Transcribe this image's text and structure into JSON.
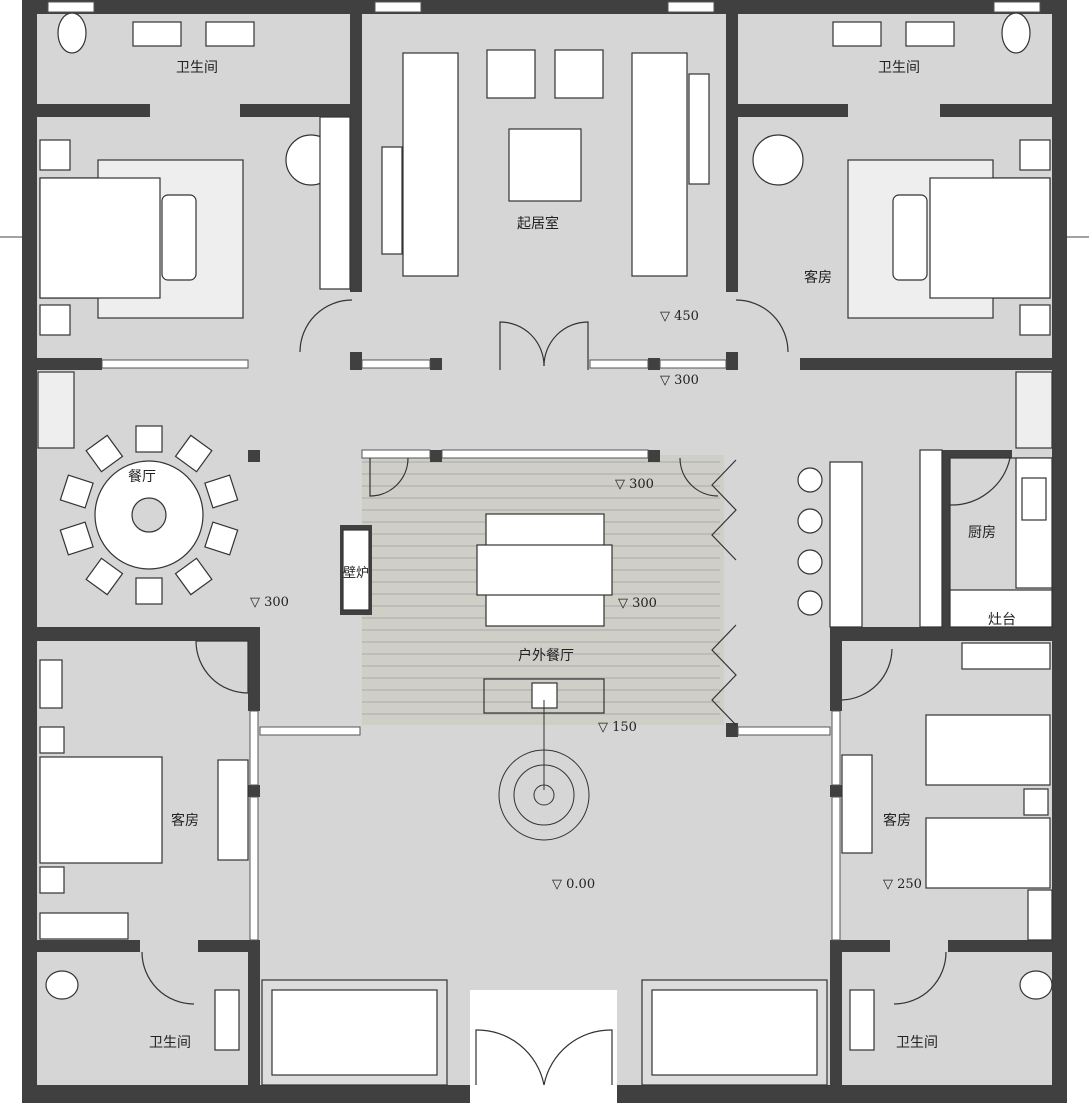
{
  "rooms": {
    "bath_tl": "卫生间",
    "bath_tr": "卫生间",
    "living": "起居室",
    "guest_tr": "客房",
    "dining": "餐厅",
    "fireplace": "壁炉",
    "outdoor_dining": "户外餐厅",
    "kitchen": "厨房",
    "stove": "灶台",
    "guest_bl": "客房",
    "guest_br": "客房",
    "bath_bl": "卫生间",
    "bath_br": "卫生间"
  },
  "elevations": {
    "living": "450",
    "corridor": "300",
    "dining": "300",
    "outdoor_top": "300",
    "outdoor_mid": "300",
    "outdoor_bottom": "150",
    "courtyard": "0.00",
    "guest_br": "250"
  },
  "colors": {
    "wall": "#404040",
    "floor": "#d6d6d6",
    "deck": "#cfcfc8",
    "furniture": "#ffffff"
  }
}
